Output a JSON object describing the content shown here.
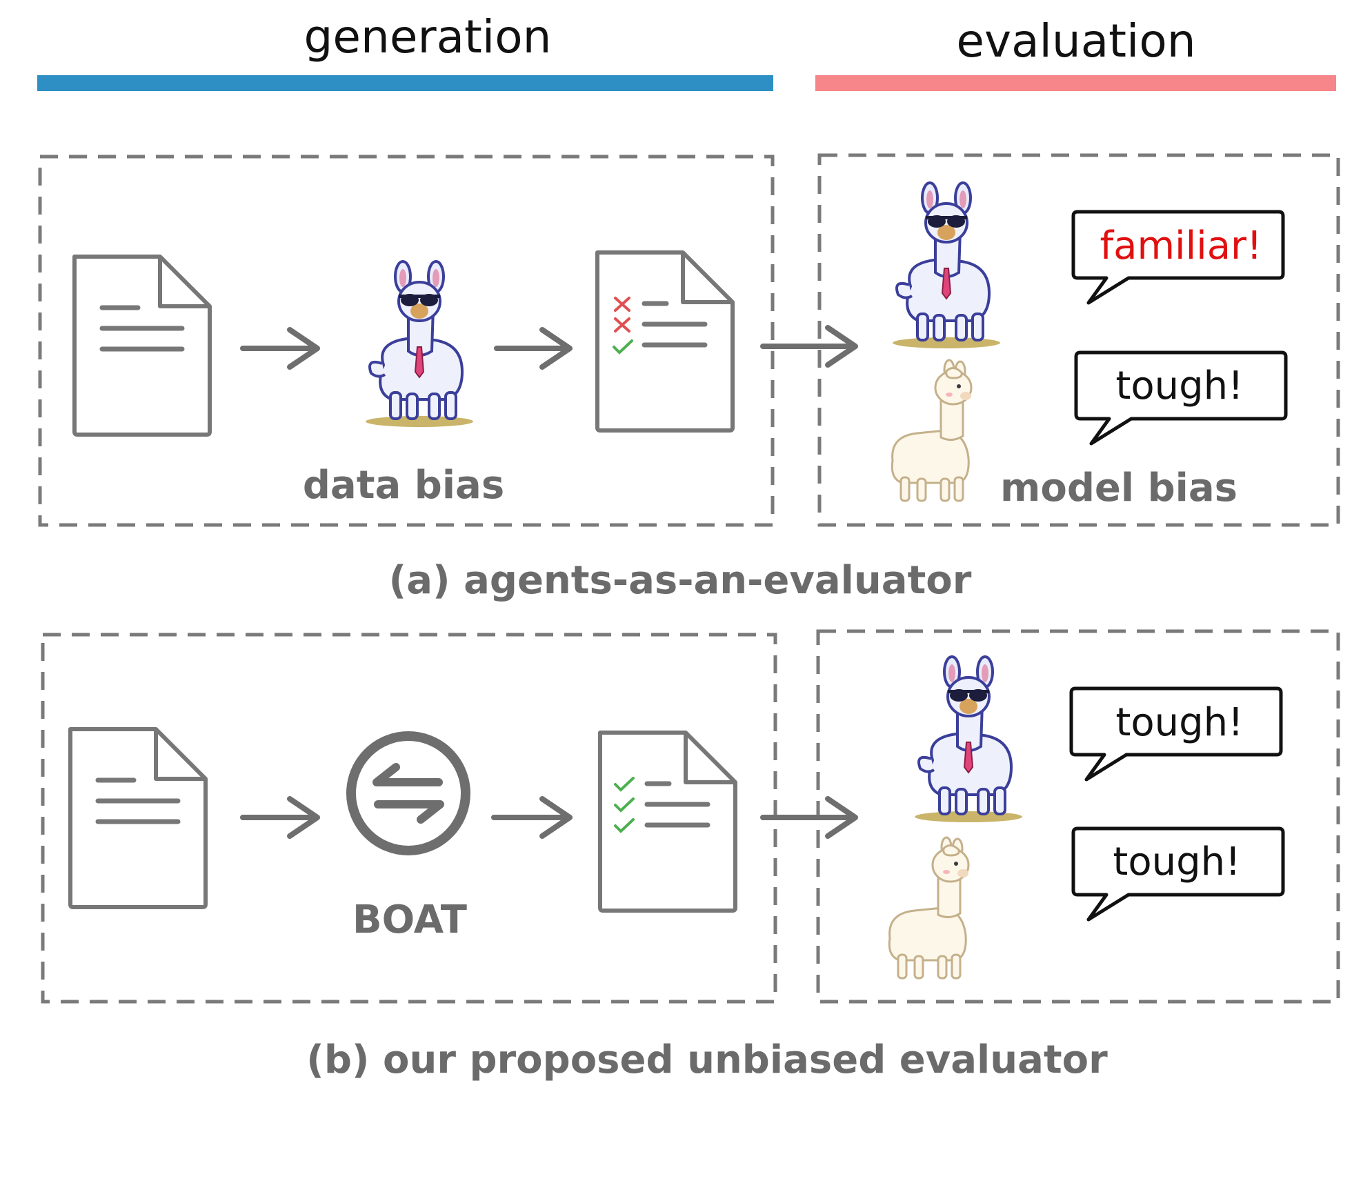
{
  "header": {
    "generation_label": "generation",
    "evaluation_label": "evaluation",
    "generation_color": "#2e8fc4",
    "evaluation_color": "#f6868a"
  },
  "panel_a": {
    "generation": {
      "label": "data bias"
    },
    "evaluation": {
      "label": "model bias",
      "bubble_top": "familiar!",
      "bubble_bottom": "tough!",
      "bubble_top_color": "#e01010"
    },
    "caption": "(a) agents-as-an-evaluator"
  },
  "panel_b": {
    "generation": {
      "label": "BOAT"
    },
    "evaluation": {
      "bubble_top": "tough!",
      "bubble_bottom": "tough!"
    },
    "caption": "(b) our proposed unbiased evaluator"
  },
  "icons": {
    "source_doc": "document-icon",
    "llama": "llama-sunglasses-icon",
    "alpaca": "alpaca-icon",
    "graded_doc_a": "graded-document-mixed-icon",
    "graded_doc_b": "graded-document-checks-icon",
    "boat": "swap-arrows-circle-icon"
  },
  "colors": {
    "check": "#4caf50",
    "cross": "#e05050"
  }
}
